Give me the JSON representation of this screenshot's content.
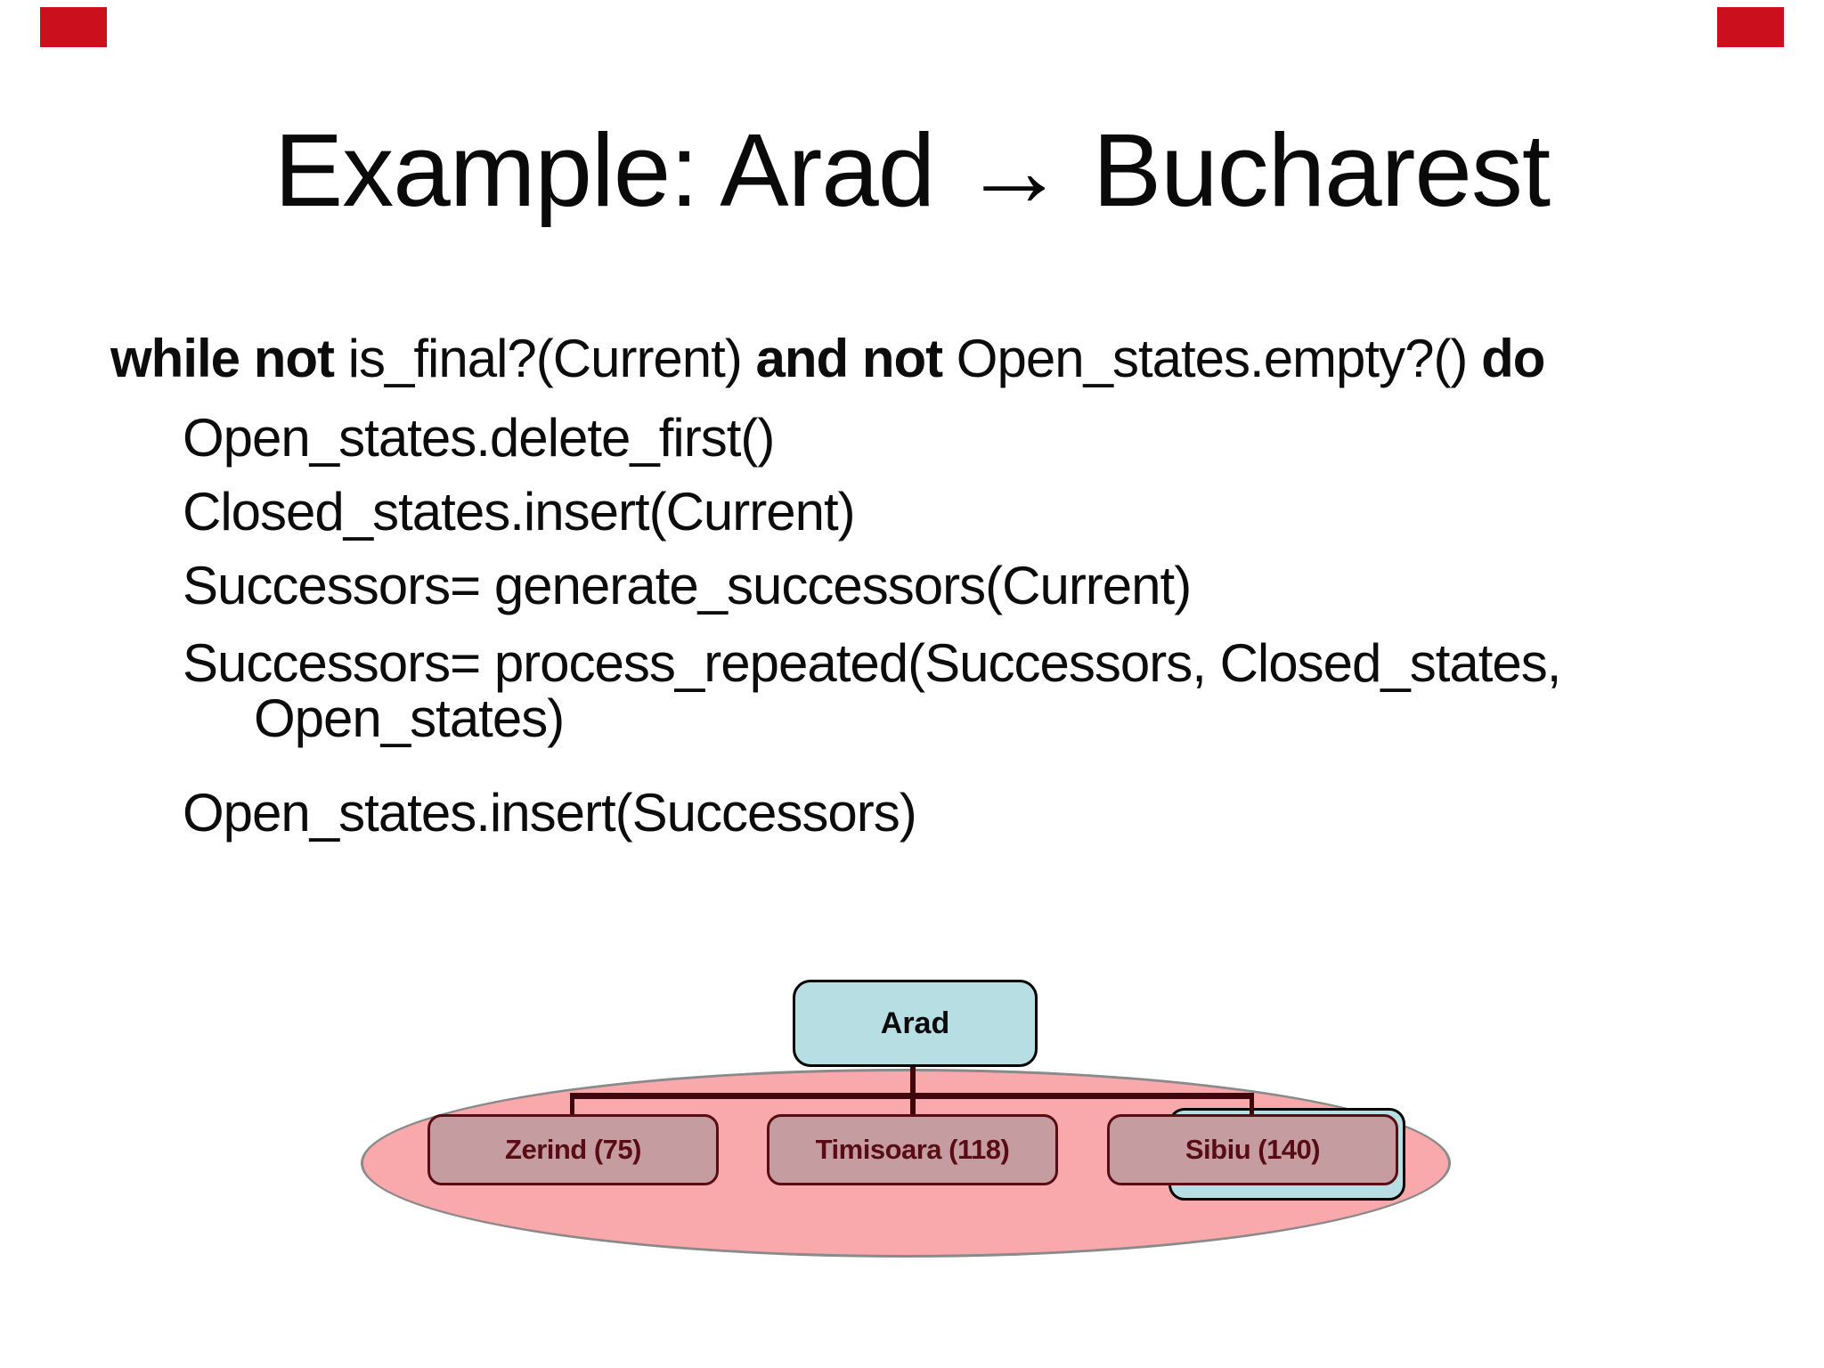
{
  "slide": {
    "title": "Example: Arad → Bucharest",
    "code": {
      "line1": {
        "kw_while": "while not ",
        "cond1": "is_final?(Current) ",
        "kw_and": "and not ",
        "cond2": "Open_states.empty?() ",
        "kw_do": "do"
      },
      "body_lines": [
        "Open_states.delete_first()",
        "Closed_states.insert(Current)",
        "Successors= generate_successors(Current)",
        "Successors= process_repeated(Successors, Closed_states,",
        "Open_states)",
        "Open_states.insert(Successors)"
      ]
    },
    "diagram": {
      "root": {
        "label": "Arad"
      },
      "children": [
        {
          "label": "Zerind (75)",
          "cost": 75
        },
        {
          "label": "Timisoara (118)",
          "cost": 118
        },
        {
          "label": "Sibiu (140)",
          "cost": 140
        }
      ],
      "colors": {
        "root_fill": "#b7dee2",
        "root_border": "#000000",
        "child_fill": "#c59da1",
        "child_border": "#5a0c14",
        "child_text": "#5a0c14",
        "ellipse_fill": "#f9a8ac",
        "ellipse_border": "#8a8a8a",
        "connector": "#3f070b"
      }
    },
    "markers": {
      "color": "#cb0f1c"
    }
  }
}
